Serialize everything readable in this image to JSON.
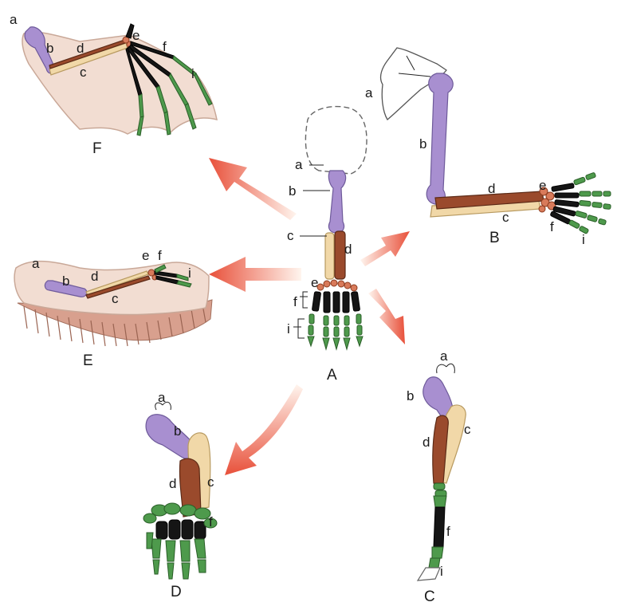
{
  "panels": {
    "A": "A",
    "B": "B",
    "C": "C",
    "D": "D",
    "E": "E",
    "F": "F"
  },
  "bones": {
    "a": "a",
    "b": "b",
    "c": "c",
    "d": "d",
    "e": "e",
    "f": "f",
    "i": "i"
  },
  "colors": {
    "humerus": "#a88fd0",
    "radius": "#f1d8a8",
    "ulna": "#9a4a2c",
    "carpals": "#d87a5a",
    "metacarpals": "#151515",
    "phalanges": "#4e9a4c",
    "arrow": "#e8503a"
  }
}
